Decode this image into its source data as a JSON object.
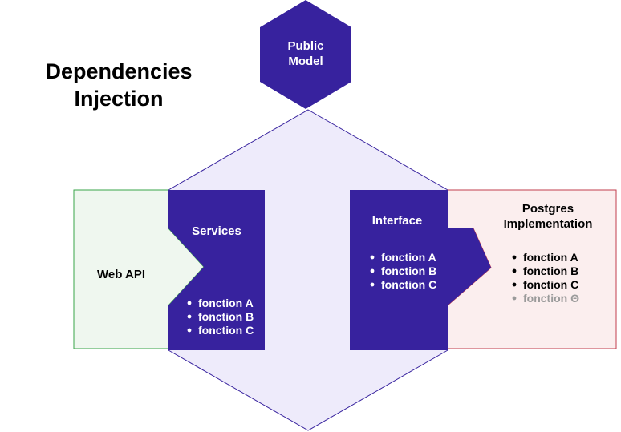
{
  "title": {
    "line1": "Dependencies",
    "line2": "Injection"
  },
  "public_model": {
    "line1": "Public",
    "line2": "Model"
  },
  "web_api": {
    "label": "Web API"
  },
  "services": {
    "title": "Services",
    "items": [
      "fonction A",
      "fonction B",
      "fonction C"
    ]
  },
  "interface": {
    "title": "Interface",
    "items": [
      "fonction A",
      "fonction B",
      "fonction C"
    ]
  },
  "postgres": {
    "title_line1": "Postgres",
    "title_line2": "Implementation",
    "items": [
      "fonction A",
      "fonction B",
      "fonction C"
    ],
    "extra_item": "fonction Θ"
  },
  "colors": {
    "core_fill": "#eeebfb",
    "core_stroke": "#37229e",
    "accent": "#37229e",
    "web_api_fill": "#eff7ef",
    "web_api_stroke": "#3aa54a",
    "postgres_fill": "#fbeeee",
    "postgres_stroke": "#c23e4e",
    "muted_text": "#9a9a9a"
  }
}
